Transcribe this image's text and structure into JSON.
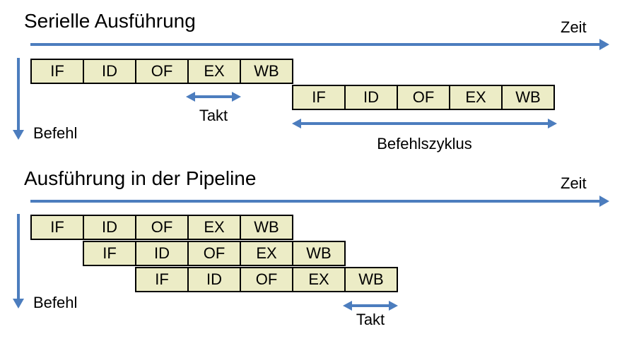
{
  "colors": {
    "accent_blue": "#4C7DBE",
    "box_fill": "#ECECC6",
    "box_border": "#000000",
    "text": "#000000",
    "background": "#FFFFFF"
  },
  "sections": [
    {
      "title": "Serielle Ausführung",
      "time_axis_label": "Zeit",
      "instruction_axis_label": "Befehl",
      "takt_label": "Takt",
      "cycle_label": "Befehlszyklus",
      "rows": [
        {
          "stages": [
            "IF",
            "ID",
            "OF",
            "EX",
            "WB"
          ]
        },
        {
          "stages": [
            "IF",
            "ID",
            "OF",
            "EX",
            "WB"
          ]
        }
      ]
    },
    {
      "title": "Ausführung in der Pipeline",
      "time_axis_label": "Zeit",
      "instruction_axis_label": "Befehl",
      "takt_label": "Takt",
      "rows": [
        {
          "stages": [
            "IF",
            "ID",
            "OF",
            "EX",
            "WB"
          ]
        },
        {
          "stages": [
            "IF",
            "ID",
            "OF",
            "EX",
            "WB"
          ]
        },
        {
          "stages": [
            "IF",
            "ID",
            "OF",
            "EX",
            "WB"
          ]
        }
      ]
    }
  ]
}
